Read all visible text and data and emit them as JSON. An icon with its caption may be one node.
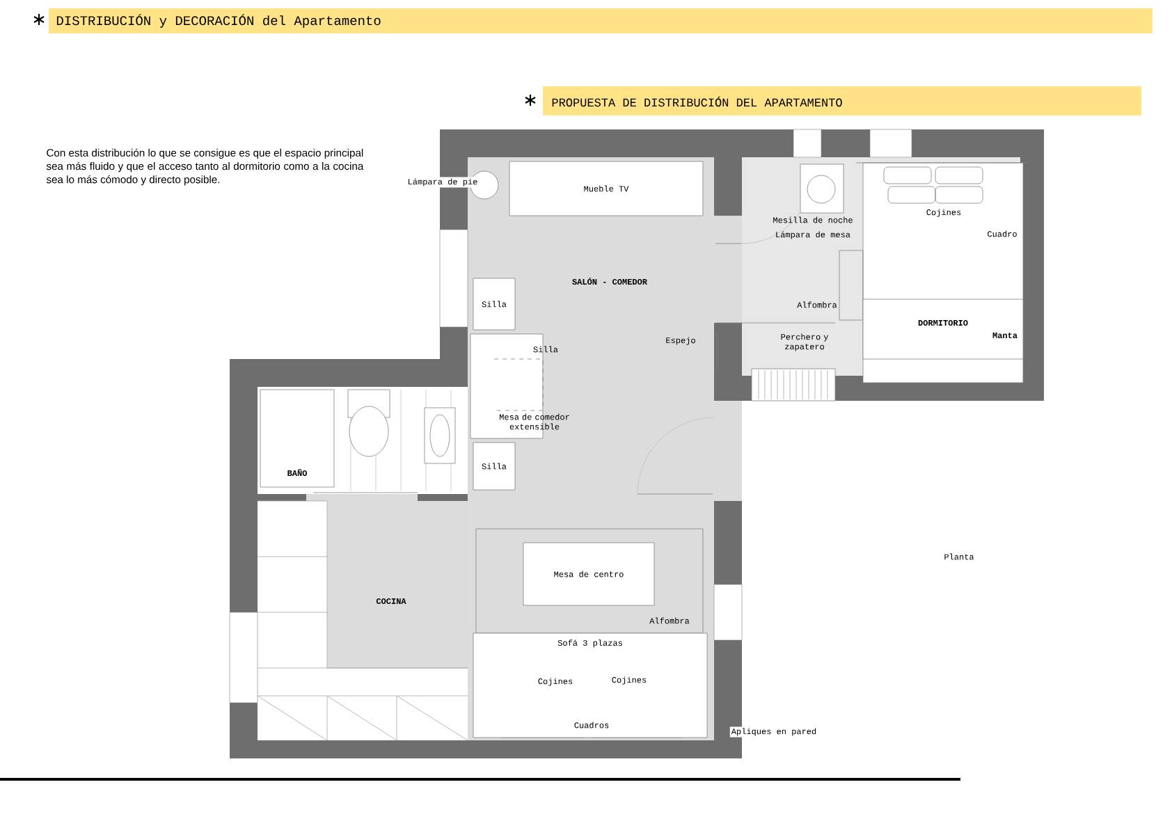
{
  "diagram": {
    "title": "DISTRIBUCIÓN y DECORACIÓN del Apartamento",
    "nodes": [
      {
        "text": [
          "Mueble TV"
        ]
      },
      {
        "text": [
          "Silla"
        ]
      },
      {
        "text": [
          "Silla"
        ]
      },
      {
        "text": [
          "Mesa de centro"
        ]
      },
      {
        "text": [
          "Sofá 3 plazas"
        ]
      },
      {
        "text": [
          "DORMITORIO",
          "Manta"
        ]
      },
      {
        "text": [
          "BAÑO"
        ]
      }
    ],
    "edges": [],
    "labels": [
      "PROPUESTA DE DISTRIBUCIÓN DEL APARTAMENTO",
      "Con esta distribución lo que se consigue es que el espacio principal sea más fluido y que el acceso tanto al dormitorio como a la cocina sea lo más cómodo y directo posible.",
      "Lámpara de pie",
      "Mesilla de noche",
      "Lámpara de mesa",
      "Cojines",
      "Cuadro",
      "SALÓN - COMEDOR",
      "Alfombra",
      "Espejo",
      "Perchero y zapatero",
      "Silla",
      "Mesa de comedor extensible",
      "Planta",
      "COCINA",
      "Alfombra",
      "Cojines",
      "Cojines",
      "Cuadros",
      "Apliques en pared"
    ]
  }
}
